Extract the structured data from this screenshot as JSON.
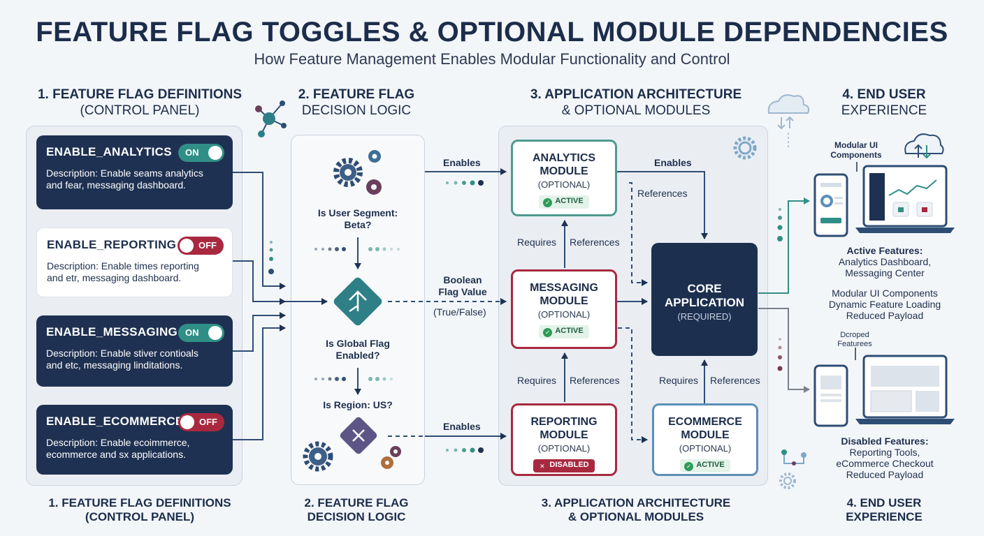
{
  "header": {
    "title": "FEATURE FLAG TOGGLES & OPTIONAL MODULE DEPENDENCIES",
    "subtitle": "How Feature Management Enables Modular Functionality and Control"
  },
  "columns": {
    "c1": {
      "line1": "1.  FEATURE FLAG DEFINITIONS",
      "line2": "(CONTROL PANEL)",
      "foot1": "1. FEATURE FLAG DEFINITIONS",
      "foot2": "(CONTROL PANEL)"
    },
    "c2": {
      "line1": "2. FEATURE FLAG",
      "line2": "DECISION LOGIC",
      "foot1": "2. FEATURE FLAG",
      "foot2": "DECISION LOGIC"
    },
    "c3": {
      "line1": "3. APPLICATION ARCHITECTURE",
      "line2": "& OPTIONAL MODULES",
      "foot1": "3. APPLICATION ARCHITECTURE",
      "foot2": "& OPTIONAL MODULES"
    },
    "c4": {
      "line1": "4. END USER",
      "line2": "EXPERIENCE",
      "foot1": "4. END USER",
      "foot2": "EXPERIENCE"
    }
  },
  "flags": [
    {
      "name": "ENABLE_ANALYTICS",
      "state": "ON",
      "desc1": "Description: Enable seams analytics",
      "desc2": "and fear, messaging dashboard."
    },
    {
      "name": "ENABLE_REPORTING",
      "state": "OFF",
      "desc1": "Description: Enable times reporting",
      "desc2": "and etr, messaging dashboard."
    },
    {
      "name": "ENABLE_MESSAGING",
      "state": "ON",
      "desc1": "Description: Enable stiver contioals",
      "desc2": "and etc, messaging linditations."
    },
    {
      "name": "ENABLE_ECOMMERCE",
      "state": "OFF",
      "desc1": "Description: Enable ecoimmerce,",
      "desc2": "ecommerce and sx applications."
    }
  ],
  "logic": {
    "q1a": "Is User Segment:",
    "q1b": "Beta?",
    "q2a": "Is Global Flag",
    "q2b": "Enabled?",
    "q3": "Is Region: US?"
  },
  "edges": {
    "enables_top": "Enables",
    "boolean1": "Boolean",
    "boolean2": "Flag Value",
    "truefalse": "(True/False)",
    "enables_bottom": "Enables",
    "enables_core": "Enables",
    "references_top": "References",
    "requires_1": "Requires",
    "references_1": "References",
    "requires_2": "Requires",
    "references_2": "References",
    "requires_3": "Requires",
    "references_3": "References"
  },
  "modules": {
    "analytics": {
      "name1": "ANALYTICS",
      "name2": "MODULE",
      "sub": "(OPTIONAL)",
      "badge": "ACTIVE"
    },
    "messaging": {
      "name1": "MESSAGING",
      "name2": "MODULE",
      "sub": "(OPTIONAL)",
      "badge": "ACTIVE"
    },
    "reporting": {
      "name1": "REPORTING",
      "name2": "MODULE",
      "sub": "(OPTIONAL)",
      "badge": "DISABLED"
    },
    "ecommerce": {
      "name1": "ECOMMERCE",
      "name2": "MODULE",
      "sub": "(OPTIONAL)",
      "badge": "ACTIVE"
    },
    "core": {
      "name1": "CORE",
      "name2": "APPLICATION",
      "sub": "(REQUIRED)"
    }
  },
  "ux": {
    "modular_label1": "Modular UI",
    "modular_label2": "Components",
    "active_title1": "Active Features:",
    "active_line1": "Analytics Dashboard,",
    "active_line2": "Messaging Center",
    "mod_line1": "Modular UI Components",
    "mod_line2": "Dynamic Feature Loading",
    "mod_line3": "Reduced Payload",
    "dropped1": "Dcroped",
    "dropped2": "Featurees",
    "disabled_title": "Disabled Features:",
    "disabled_line1": "Reporting Tools,",
    "disabled_line2": "eCommerce Checkout",
    "disabled_line3": "Reduced Payload"
  },
  "colors": {
    "navy": "#1f3152",
    "teal": "#2f8f86",
    "red": "#a8293f",
    "blue": "#5b8fb7"
  }
}
